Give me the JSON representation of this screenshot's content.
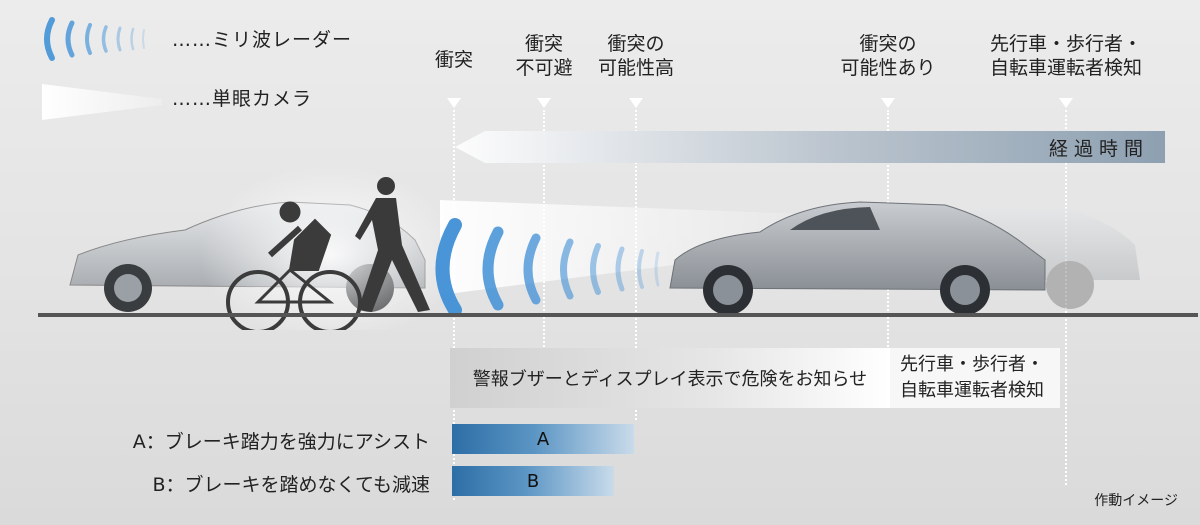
{
  "legend": {
    "radar_label": "……ミリ波レーダー",
    "camera_label": "……単眼カメラ"
  },
  "stages": [
    {
      "label": "衝突"
    },
    {
      "label": "衝突\n不可避"
    },
    {
      "label": "衝突の\n可能性高"
    },
    {
      "label": "衝突の\n可能性あり"
    },
    {
      "label": "先行車・歩行者・\n自転車運転者検知"
    }
  ],
  "time_axis_label": "経過時間",
  "alert": {
    "text": "警報ブザーとディスプレイ表示で危険をお知らせ",
    "detection_text": "先行車・歩行者・\n自転車運転者検知"
  },
  "assist_rows": [
    {
      "label": "A：ブレーキ踏力を強力にアシスト",
      "bar_label": "A"
    },
    {
      "label": "B：ブレーキを踏めなくても減速",
      "bar_label": "B"
    }
  ],
  "note": "作動イメージ",
  "colors": {
    "radar_blue": "#3f8fd6",
    "assist_blue": "#2d6ea6",
    "road": "#555555"
  }
}
